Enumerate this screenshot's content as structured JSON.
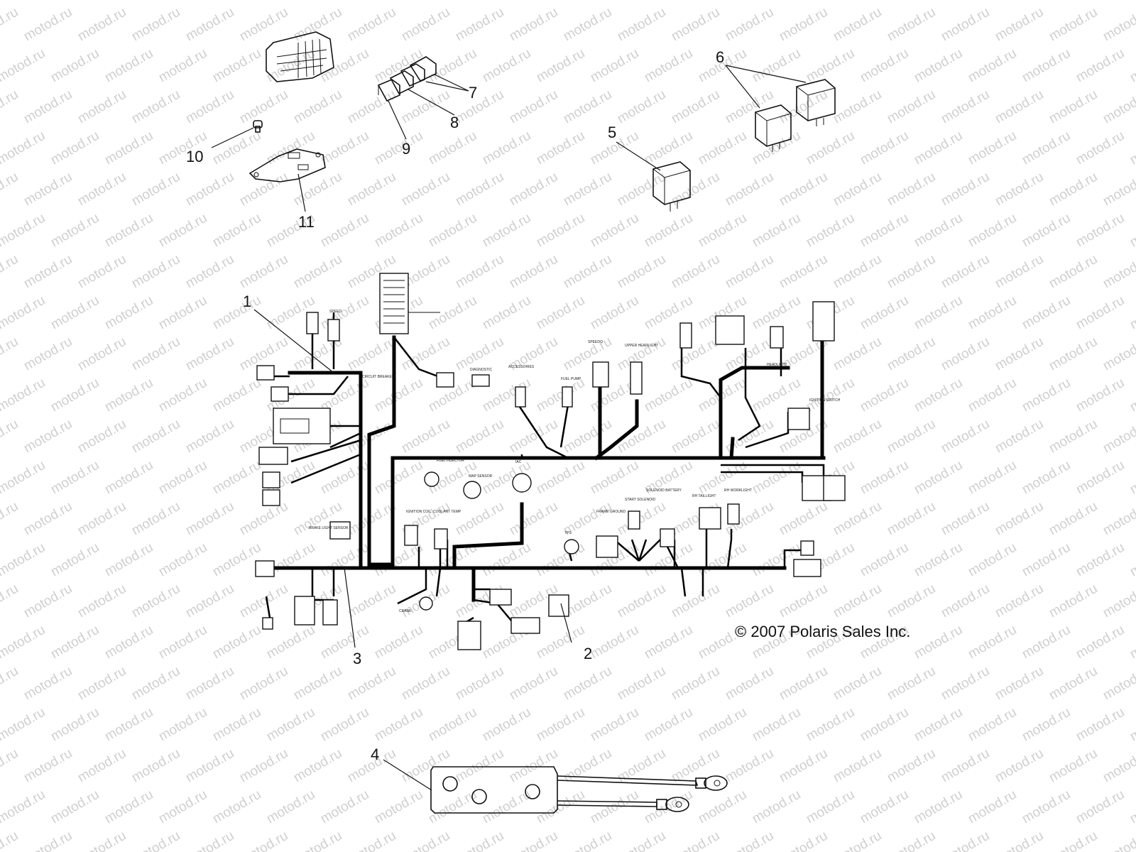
{
  "watermark": {
    "text": "motod.ru"
  },
  "copyright": "© 2007 Polaris Sales Inc.",
  "callouts": [
    "1",
    "2",
    "3",
    "4",
    "5",
    "6",
    "7",
    "8",
    "9",
    "10",
    "11"
  ],
  "harness_labels": [
    "SPEED",
    "DIAGNOSTIC",
    "ACCESSORIES",
    "FUEL PUMP",
    "SPEEDO",
    "UPPER HEADLIGHT",
    "IGNITION SWITCH",
    "HEADLIGHT",
    "FUEL INJECTOR",
    "IAC",
    "MAP SENSOR",
    "IGNITION COIL",
    "COOLANT TEMP",
    "TPS",
    "FRAME GROUND",
    "START SOLENOID",
    "SOLENOID BATTERY",
    "RH TAILLIGHT",
    "RH WORKLIGHT",
    "BRAKE LIGHT SENSOR",
    "CRANK",
    "CIRCUIT BREAKER"
  ]
}
